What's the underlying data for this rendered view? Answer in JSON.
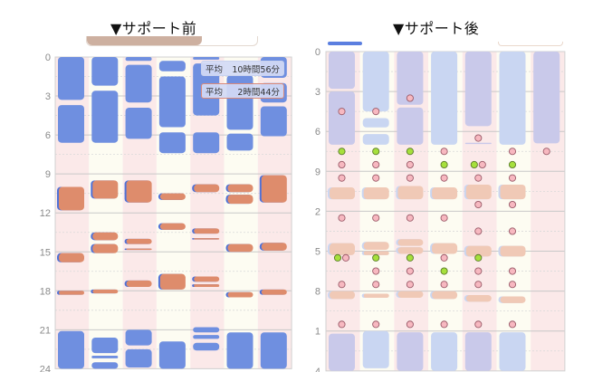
{
  "titles": {
    "before": "▼サポート前",
    "after": "▼サポート後"
  },
  "badges": [
    {
      "label": "平均",
      "value": "10時間56分"
    },
    {
      "label": "平均",
      "value": "2時間44分"
    }
  ],
  "colors": {
    "sleep_before": "#6f8fe0",
    "sleep_edge": "#4f72d8",
    "nap_before": "#de8c6c",
    "sleep_after_a": "#c9c9ea",
    "sleep_after_b": "#c9d6f2",
    "nap_after": "#f0c9b6",
    "dot_pink": "#f7b8c0",
    "dot_green": "#a6e03c",
    "stripe_pink": "#fbe9e9",
    "stripe_cream": "#fdfcf2"
  },
  "chart_data": [
    {
      "type": "timeline",
      "title": "▼サポート前",
      "ylim": [
        0,
        24
      ],
      "y_ticks": [
        "0",
        "3",
        "6",
        "9",
        "12",
        "15",
        "18",
        "21",
        "24"
      ],
      "columns": [
        {
          "sleep": [
            [
              0,
              3.3
            ],
            [
              3.7,
              6.6
            ],
            [
              21.1,
              24
            ]
          ],
          "nap": [
            [
              10,
              11.8
            ],
            [
              15.1,
              15.8
            ],
            [
              18,
              18.3
            ]
          ]
        },
        {
          "sleep": [
            [
              0,
              2.2
            ],
            [
              2.6,
              6.6
            ],
            [
              21.6,
              22.8
            ],
            [
              23,
              23.2
            ],
            [
              23.5,
              24
            ]
          ],
          "nap": [
            [
              9.5,
              10.9
            ],
            [
              13.5,
              14.1
            ],
            [
              14.4,
              15.1
            ],
            [
              17.9,
              18.2
            ]
          ]
        },
        {
          "sleep": [
            [
              0,
              0.3
            ],
            [
              0.6,
              3.5
            ],
            [
              3.9,
              6.3
            ],
            [
              21,
              22.2
            ],
            [
              22.5,
              23.9
            ]
          ],
          "nap": [
            [
              9.5,
              11.2
            ],
            [
              14,
              14.4
            ],
            [
              14.75,
              14.85
            ],
            [
              17.2,
              17.7
            ]
          ]
        },
        {
          "sleep": [
            [
              0.3,
              1.1
            ],
            [
              1.5,
              5.4
            ],
            [
              5.8,
              7.4
            ],
            [
              21.9,
              24
            ]
          ],
          "nap": [
            [
              10.5,
              11
            ],
            [
              12.8,
              13.3
            ],
            [
              16.7,
              17.9
            ]
          ]
        },
        {
          "sleep": [
            [
              0,
              0.2
            ],
            [
              0.5,
              4.5
            ],
            [
              5.8,
              7.4
            ],
            [
              20.8,
              21.2
            ],
            [
              21.4,
              21.7
            ],
            [
              22,
              22.6
            ]
          ],
          "nap": [
            [
              9.8,
              10.4
            ],
            [
              13.2,
              13.6
            ],
            [
              13.95,
              14.05
            ],
            [
              16.9,
              17.3
            ],
            [
              17.5,
              17.7
            ]
          ]
        },
        {
          "sleep": [
            [
              1.4,
              5.6
            ],
            [
              5.9,
              7.2
            ],
            [
              21.2,
              24
            ]
          ],
          "nap": [
            [
              9.8,
              10.4
            ],
            [
              10.6,
              11.3
            ],
            [
              14.4,
              15
            ],
            [
              18.1,
              18.5
            ]
          ]
        },
        {
          "sleep": [
            [
              0,
              1.6
            ],
            [
              2,
              3.5
            ],
            [
              3.8,
              6.1
            ],
            [
              21.2,
              24
            ]
          ],
          "nap": [
            [
              9.1,
              11.2
            ],
            [
              14.3,
              14.9
            ],
            [
              17.9,
              18.3
            ]
          ]
        }
      ]
    },
    {
      "type": "timeline",
      "title": "▼サポート後",
      "ylim": [
        0,
        24
      ],
      "y_ticks": [
        "0",
        "3",
        "6",
        "9",
        "2",
        "5",
        "8",
        "1",
        "4"
      ],
      "columns": [
        {
          "sleep": [
            [
              0,
              2.8
            ],
            [
              3,
              7
            ],
            [
              21.2,
              24
            ]
          ],
          "nap": [
            [
              10.2,
              11.1
            ],
            [
              14.4,
              15.3
            ],
            [
              18,
              18.6
            ]
          ],
          "dots": [
            [
              4.5,
              "pink"
            ],
            [
              7.5,
              "green"
            ],
            [
              8.5,
              "pink"
            ],
            [
              9.5,
              "pink"
            ],
            [
              12.5,
              "pink"
            ],
            [
              15.5,
              "green"
            ],
            [
              15.5,
              "pink"
            ],
            [
              17.5,
              "pink"
            ],
            [
              20.5,
              "pink"
            ]
          ]
        },
        {
          "sleep": [
            [
              0,
              4.5
            ],
            [
              5,
              5.7
            ],
            [
              6.2,
              7
            ],
            [
              21,
              23.8
            ]
          ],
          "nap": [
            [
              10.2,
              11.1
            ],
            [
              14.3,
              14.9
            ],
            [
              15,
              15.3
            ],
            [
              18.2,
              18.5
            ]
          ],
          "dots": [
            [
              4.5,
              "pink"
            ],
            [
              7.5,
              "green"
            ],
            [
              8.5,
              "pink"
            ],
            [
              9.5,
              "pink"
            ],
            [
              12.5,
              "pink"
            ],
            [
              15.5,
              "green"
            ],
            [
              16.5,
              "pink"
            ],
            [
              17.5,
              "pink"
            ],
            [
              20.5,
              "pink"
            ]
          ]
        },
        {
          "sleep": [
            [
              0,
              4
            ],
            [
              4.2,
              7
            ],
            [
              21.1,
              24
            ]
          ],
          "nap": [
            [
              10.1,
              11.1
            ],
            [
              14.1,
              14.6
            ],
            [
              14.7,
              15.2
            ],
            [
              18,
              18.5
            ]
          ],
          "dots": [
            [
              3.5,
              "pink"
            ],
            [
              7.5,
              "green"
            ],
            [
              8.5,
              "pink"
            ],
            [
              9.5,
              "pink"
            ],
            [
              12.5,
              "pink"
            ],
            [
              15.5,
              "green"
            ],
            [
              16.5,
              "pink"
            ],
            [
              17.5,
              "pink"
            ],
            [
              20.5,
              "pink"
            ]
          ]
        },
        {
          "sleep": [
            [
              0,
              7
            ],
            [
              21.1,
              24
            ]
          ],
          "nap": [
            [
              10.2,
              11.1
            ],
            [
              14.4,
              15.2
            ],
            [
              18,
              18.6
            ]
          ],
          "dots": [
            [
              7.5,
              "pink"
            ],
            [
              8.5,
              "green"
            ],
            [
              9.5,
              "pink"
            ],
            [
              12.5,
              "pink"
            ],
            [
              15.5,
              "pink"
            ],
            [
              16.5,
              "green"
            ],
            [
              17.5,
              "pink"
            ],
            [
              20.5,
              "pink"
            ]
          ]
        },
        {
          "sleep": [
            [
              0,
              5.6
            ],
            [
              6.85,
              6.95
            ],
            [
              21.1,
              24
            ]
          ],
          "nap": [
            [
              10,
              11.1
            ],
            [
              14.6,
              15.4
            ],
            [
              18.3,
              18.8
            ]
          ],
          "dots": [
            [
              6.5,
              "pink"
            ],
            [
              8.5,
              "green"
            ],
            [
              8.5,
              "pink"
            ],
            [
              9.5,
              "pink"
            ],
            [
              11.5,
              "pink"
            ],
            [
              13.5,
              "pink"
            ],
            [
              15.5,
              "green"
            ],
            [
              16.5,
              "pink"
            ],
            [
              17.5,
              "pink"
            ],
            [
              20.5,
              "pink"
            ]
          ]
        },
        {
          "sleep": [
            [
              0,
              7
            ],
            [
              21.1,
              24
            ]
          ],
          "nap": [
            [
              10,
              11.1
            ],
            [
              14.6,
              15.4
            ],
            [
              18.4,
              18.9
            ]
          ],
          "dots": [
            [
              7.5,
              "pink"
            ],
            [
              8.5,
              "green"
            ],
            [
              9.5,
              "pink"
            ],
            [
              11.5,
              "pink"
            ],
            [
              13.5,
              "pink"
            ],
            [
              16.5,
              "pink"
            ],
            [
              17.5,
              "pink"
            ],
            [
              20.5,
              "pink"
            ]
          ]
        },
        {
          "sleep": [
            [
              0,
              6.9
            ]
          ],
          "nap": [],
          "dots": [
            [
              7.5,
              "pink"
            ]
          ]
        }
      ]
    }
  ]
}
